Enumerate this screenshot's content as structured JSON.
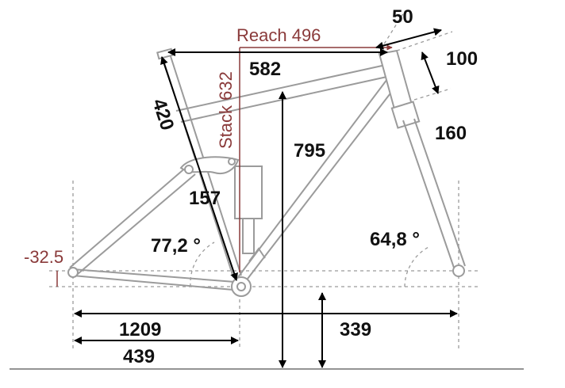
{
  "labels": {
    "reach": "Reach 496",
    "stack": "Stack 632",
    "top_tube": "582",
    "stem": "50",
    "spacers": "100",
    "head_tube": "160",
    "seat_tube": "420",
    "chainstay_height": "157",
    "seat_angle": "77,2 °",
    "head_angle": "64,8 °",
    "bb_drop": "-32.5",
    "height": "795",
    "wheelbase": "1209",
    "front_center": "339",
    "rear_center": "439"
  },
  "colors": {
    "frame": "#9b9b9b",
    "dimension": "#000000",
    "accent": "#8a3a3a"
  }
}
